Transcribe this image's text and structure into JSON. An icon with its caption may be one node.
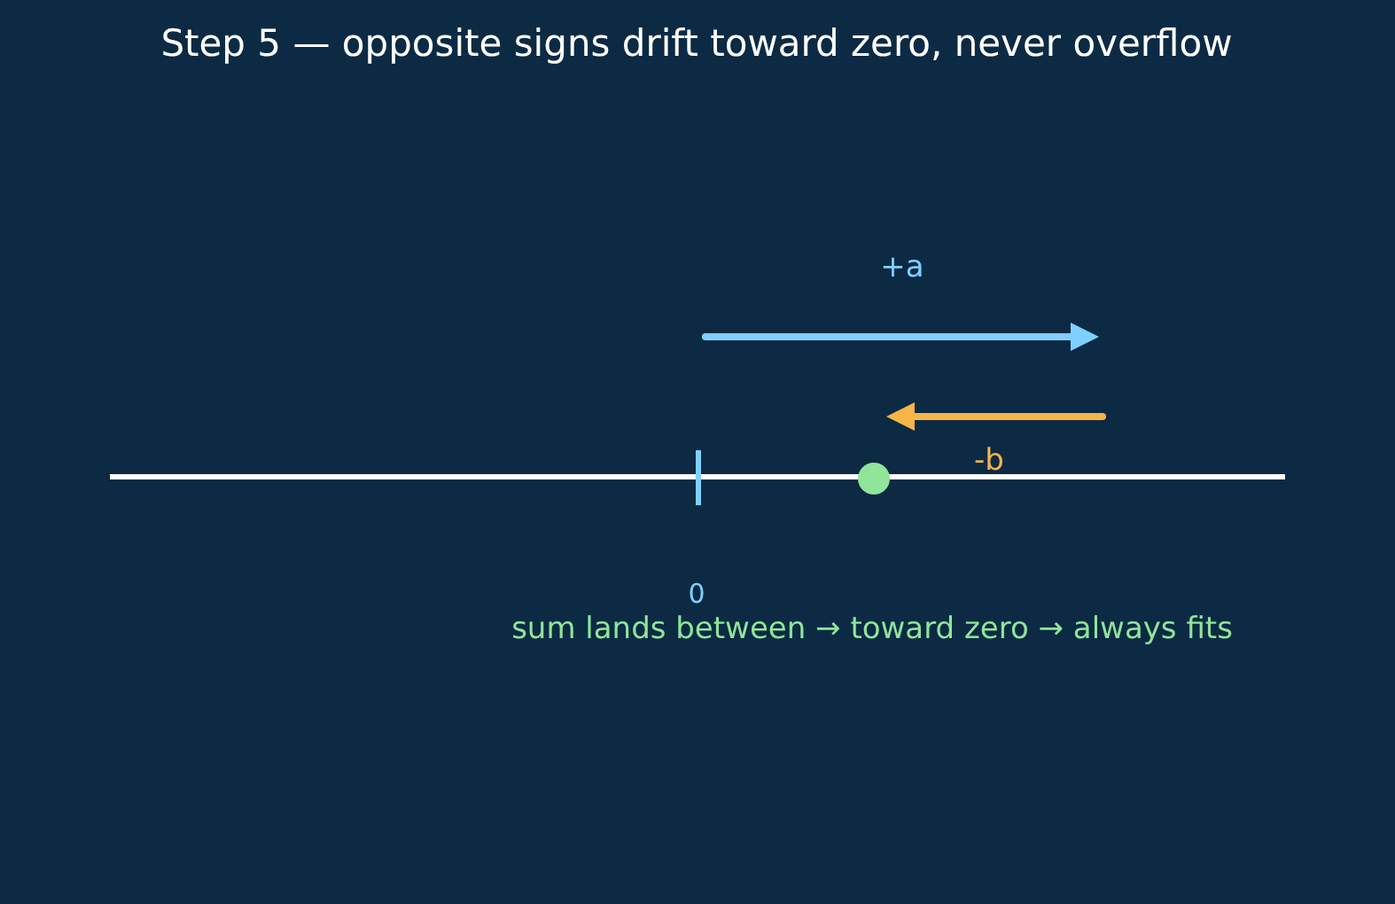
{
  "diagram": {
    "title": "Step 5 — opposite signs drift toward zero, never overflow",
    "labels": [
      "+a",
      "-b",
      "0",
      "sum lands between → toward zero → always fits"
    ]
  }
}
